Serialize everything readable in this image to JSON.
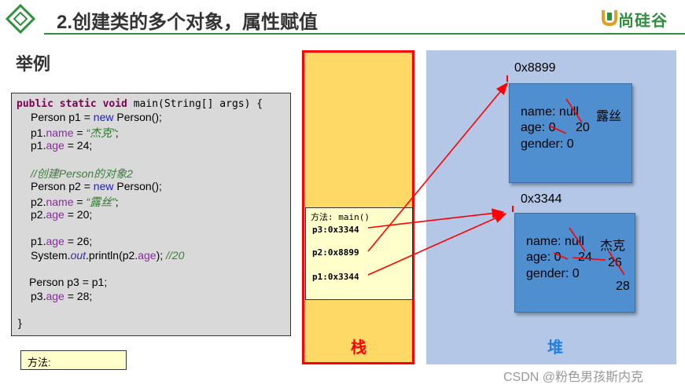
{
  "header": {
    "title": "2.创建类的多个对象，属性赋值",
    "logo_text": "尚硅谷"
  },
  "section_label": "举例",
  "code": {
    "l1_a": "public static void",
    "l1_b": " main(String[] args) {",
    "l2_a": "Person p1 = ",
    "l2_new": "new",
    "l2_b": " Person();",
    "l3_a": "p1.",
    "l3_field": "name",
    "l3_b": " = ",
    "l3_str": "“杰克”",
    "l3_c": ";",
    "l4_a": "p1.",
    "l4_field": "age",
    "l4_b": " = 24;",
    "l5_cmt": "//创建Person的对象2",
    "l6_a": "Person p2 = ",
    "l6_new": "new",
    "l6_b": " Person();",
    "l7_a": "p2.",
    "l7_field": "name",
    "l7_b": " = ",
    "l7_str": "“露丝”",
    "l7_c": ";",
    "l8_a": "p2.",
    "l8_field": "age",
    "l8_b": " = 20;",
    "l9_a": "p1.",
    "l9_field": "age",
    "l9_b": " = 26;",
    "l10_a": "System.",
    "l10_out": "out",
    "l10_b": ".println(p2.",
    "l10_field": "age",
    "l10_c": ");  ",
    "l10_cmt": "//20",
    "l11": "Person p3 = p1;",
    "l12_a": "p3.",
    "l12_field": "age",
    "l12_b": " = 28;",
    "l13": "}"
  },
  "method_box_label": "方法:",
  "stack": {
    "label": "栈",
    "frame_title": "方法: main()",
    "p3": "p3:0x3344",
    "p2": "p2:0x8899",
    "p1": "p1:0x3344"
  },
  "heap": {
    "label": "堆",
    "obj1": {
      "address": "0x8899",
      "name": "name: null",
      "name_new": "露丝",
      "age": "age: 0",
      "age_new": "20",
      "gender": "gender: 0"
    },
    "obj2": {
      "address": "0x3344",
      "name": "name: null",
      "name_new": "杰克",
      "age": "age: 0",
      "age_v1": "24",
      "age_v2": "26",
      "age_v3": "28",
      "gender": "gender: 0"
    }
  },
  "watermark": "CSDN @粉色男孩斯内克",
  "colors": {
    "accent_green": "#2f8f3f",
    "stack_border": "#ff0000",
    "stack_fill": "#ffd966",
    "heap_fill": "#b4c7e7",
    "object_fill": "#4f8fd0",
    "arrow": "#ff0000"
  }
}
